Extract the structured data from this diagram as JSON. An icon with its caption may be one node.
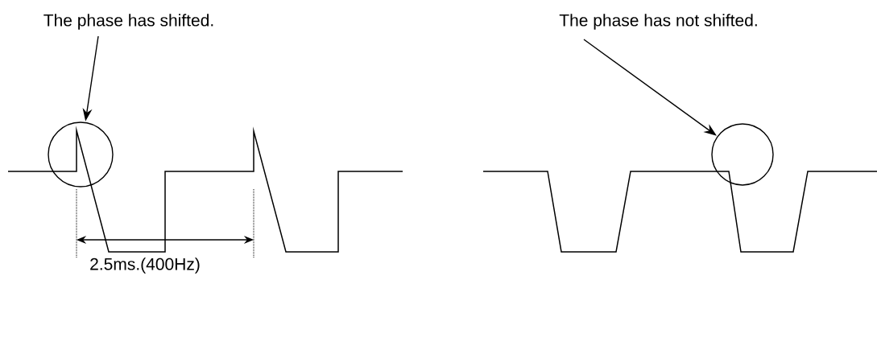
{
  "diagram": {
    "nodes": [
      {
        "text": [
          "The phase has shifted."
        ]
      },
      {
        "text": [],
        "shape": "circle"
      },
      {
        "text": [
          "The phase has not shifted."
        ]
      },
      {
        "text": [],
        "shape": "circle"
      }
    ],
    "edges": [
      {
        "from": 0,
        "to": 1,
        "arrow": "to"
      },
      {
        "from": 2,
        "to": 3,
        "arrow": "to"
      }
    ],
    "labels": [
      "2.5ms.(400Hz)"
    ]
  }
}
